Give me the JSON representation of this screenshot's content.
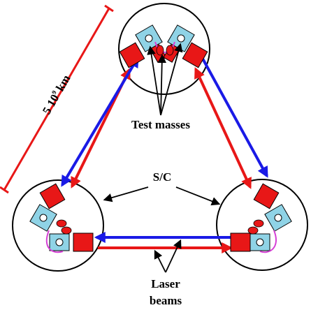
{
  "labels": {
    "arm_length_number": "5 10",
    "arm_length_exponent": "9",
    "arm_length_unit": "km",
    "test_masses": "Test masses",
    "spacecraft": "S/C",
    "laser_line1": "Laser",
    "laser_line2": "beams"
  },
  "colors": {
    "outgoing_beam": "#e81717",
    "return_beam": "#1a1ae6",
    "dimension_line": "#e81717",
    "optical_bench": "#8fd3e6",
    "telescope": "#e81717",
    "fiber_loop": "#d63fd6",
    "outline": "#000000"
  }
}
